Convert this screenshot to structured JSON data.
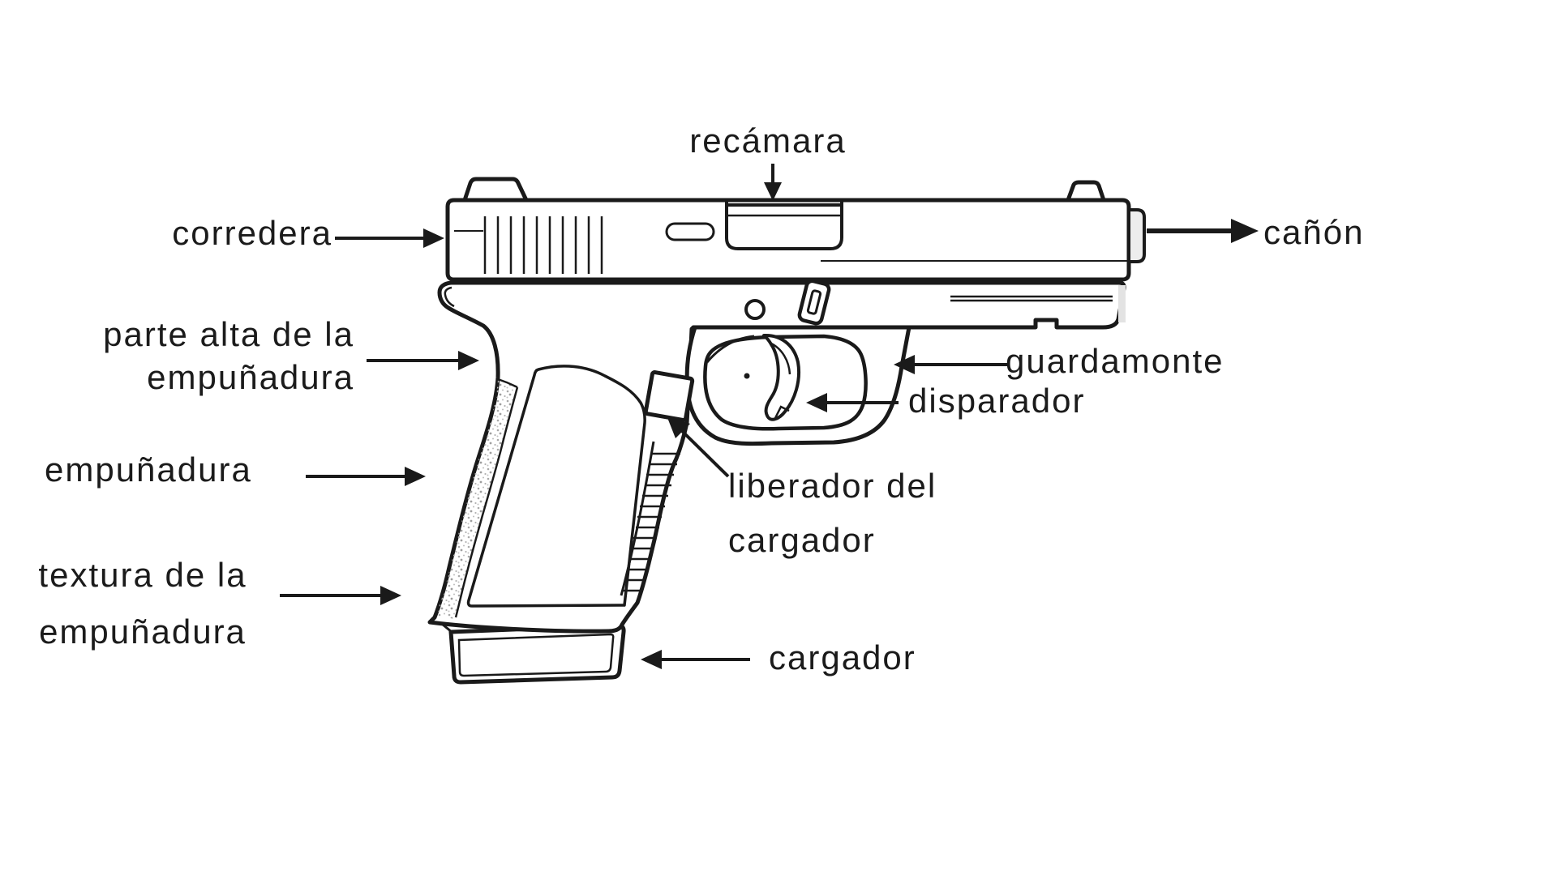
{
  "diagram": {
    "subject": "pistol-parts-diagram",
    "language": "es",
    "colors": {
      "ink": "#1a1a1a",
      "background": "#ffffff"
    },
    "labels": {
      "recamara": "recámara",
      "corredera": "corredera",
      "canon": "cañón",
      "parte_alta_line1": "parte alta de la",
      "parte_alta_line2": "empuñadura",
      "empunadura": "empuñadura",
      "textura_line1": "textura de la",
      "textura_line2": "empuñadura",
      "liberador_line1": "liberador del",
      "liberador_line2": "cargador",
      "guardamonte": "guardamonte",
      "disparador": "disparador",
      "cargador": "cargador"
    }
  }
}
